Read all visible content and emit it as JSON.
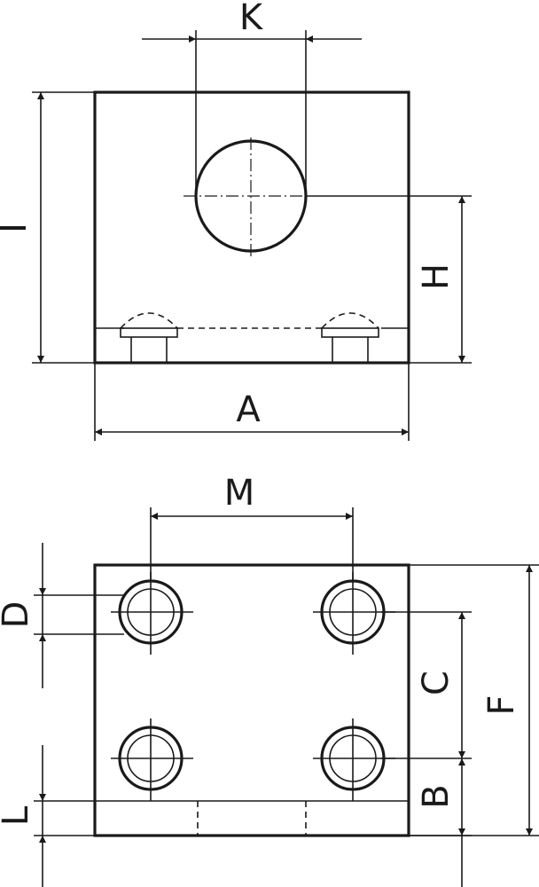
{
  "labels": {
    "K": "K",
    "I": "I",
    "H": "H",
    "A": "A",
    "M": "M",
    "D": "D",
    "C": "C",
    "F": "F",
    "B": "B",
    "L": "L"
  },
  "colors": {
    "line": "#1a1a1a",
    "background": "#ffffff"
  }
}
